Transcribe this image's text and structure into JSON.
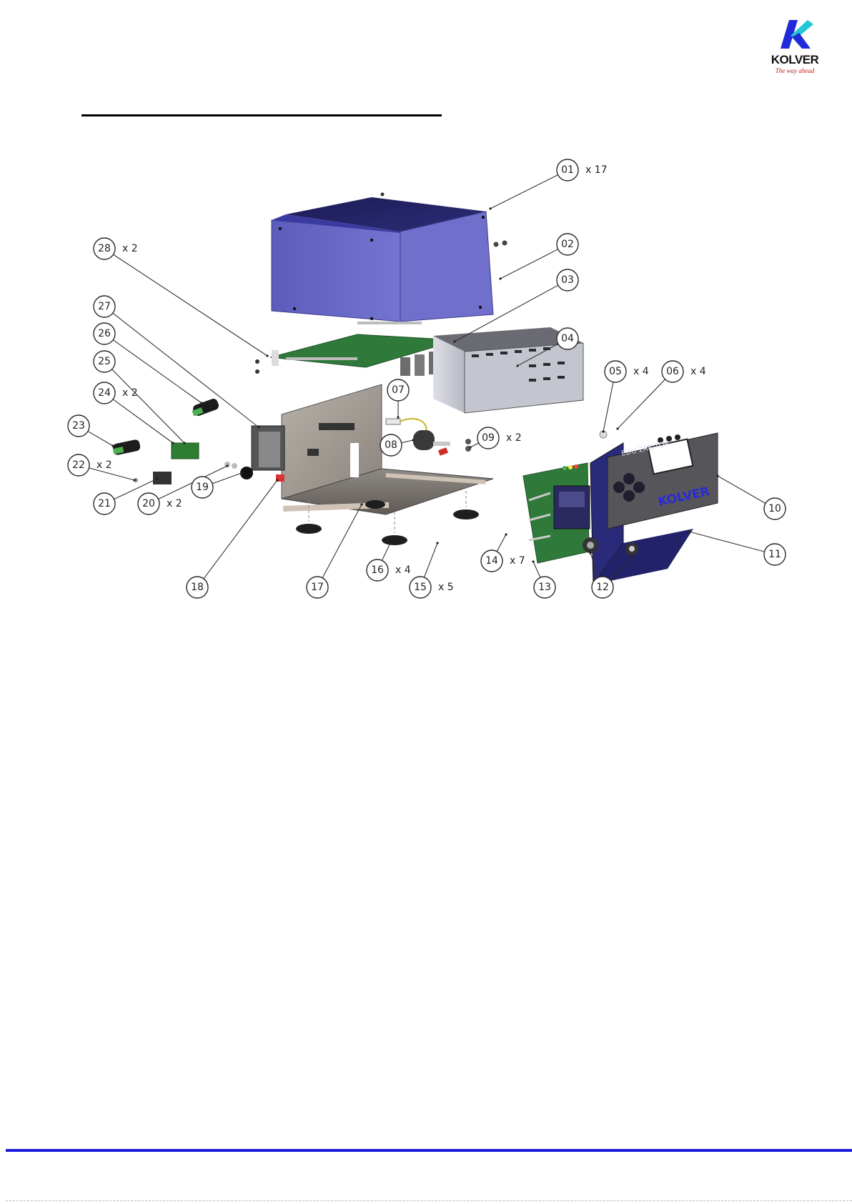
{
  "logo": {
    "brand": "KOLVER",
    "tagline": "The way ahead",
    "colors": {
      "blue": "#1f2ad8",
      "cyan": "#22c6d6",
      "red": "#c01818"
    }
  },
  "diagram": {
    "panel_text_model": "EDU 2AE/TOP",
    "panel_text_brand": "KOLVER",
    "colors": {
      "cover": "#6a6ac8",
      "cover_dark": "#20205a",
      "pcb": "#2f7a3a",
      "chassis": "#9a938c",
      "frame": "#2a2a7a",
      "front_panel": "#55555a"
    },
    "callouts": [
      {
        "label": "01",
        "qty": "x 17"
      },
      {
        "label": "02",
        "qty": ""
      },
      {
        "label": "03",
        "qty": ""
      },
      {
        "label": "04",
        "qty": ""
      },
      {
        "label": "05",
        "qty": "x 4"
      },
      {
        "label": "06",
        "qty": "x 4"
      },
      {
        "label": "07",
        "qty": ""
      },
      {
        "label": "08",
        "qty": ""
      },
      {
        "label": "09",
        "qty": "x 2"
      },
      {
        "label": "10",
        "qty": ""
      },
      {
        "label": "11",
        "qty": ""
      },
      {
        "label": "12",
        "qty": ""
      },
      {
        "label": "13",
        "qty": ""
      },
      {
        "label": "14",
        "qty": "x 7"
      },
      {
        "label": "15",
        "qty": "x 5"
      },
      {
        "label": "16",
        "qty": "x 4"
      },
      {
        "label": "17",
        "qty": ""
      },
      {
        "label": "18",
        "qty": ""
      },
      {
        "label": "19",
        "qty": ""
      },
      {
        "label": "20",
        "qty": "x 2"
      },
      {
        "label": "21",
        "qty": ""
      },
      {
        "label": "22",
        "qty": "x 2"
      },
      {
        "label": "23",
        "qty": ""
      },
      {
        "label": "24",
        "qty": "x 2"
      },
      {
        "label": "25",
        "qty": ""
      },
      {
        "label": "26",
        "qty": ""
      },
      {
        "label": "27",
        "qty": ""
      },
      {
        "label": "28",
        "qty": "x 2"
      }
    ]
  },
  "footer": {
    "rule_color": "#1d1de0"
  }
}
